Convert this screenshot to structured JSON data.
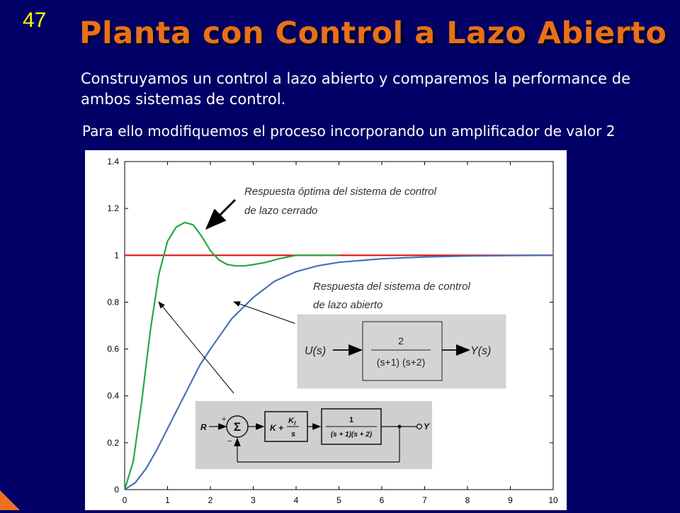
{
  "slide": {
    "number": "47",
    "title": "Planta con Control a Lazo Abierto",
    "paragraph1": "Construyamos un control a lazo abierto y comparemos la performance de ambos sistemas de control.",
    "paragraph2": "Para ello modifiquemos el proceso incorporando un amplificador de valor 2"
  },
  "annotations": {
    "closed_line1": "Respuesta óptima del sistema de control",
    "closed_line2": "de lazo cerrado",
    "open_line1": "Respuesta del sistema de  control",
    "open_line2": "de lazo abierto"
  },
  "open_loop_diagram": {
    "input": "U(s)",
    "output": "Y(s)",
    "numerator": "2",
    "denominator": "(s+1) (s+2)"
  },
  "closed_loop_diagram": {
    "input": "R",
    "output": "Y",
    "summer": "Σ",
    "plus_sign": "+",
    "minus_sign": "−",
    "controller_K": "K +",
    "controller_KI": "K",
    "controller_KI_sub": "I",
    "controller_s": "s",
    "plant_num": "1",
    "plant_den": "(s + 1)(s + 2)"
  },
  "colors": {
    "background": "#000066",
    "title": "#e8701a",
    "slide_number": "#ffff00",
    "reference": "#dd1111",
    "closed_loop": "#22aa44",
    "open_loop": "#4a70b8"
  },
  "chart_data": {
    "type": "line",
    "xlim": [
      0,
      10
    ],
    "ylim": [
      0,
      1.4
    ],
    "x_ticks": [
      "0",
      "1",
      "2",
      "3",
      "4",
      "5",
      "6",
      "7",
      "8",
      "9",
      "10"
    ],
    "y_ticks": [
      "0",
      "0.2",
      "0.4",
      "0.6",
      "0.8",
      "1",
      "1.2",
      "1.4"
    ],
    "grid": false,
    "series": [
      {
        "color": "#dd1111",
        "x": [
          0,
          10
        ],
        "y": [
          1,
          1
        ]
      },
      {
        "color": "#22aa44",
        "x": [
          0,
          0.2,
          0.4,
          0.6,
          0.8,
          1.0,
          1.2,
          1.4,
          1.6,
          1.8,
          2.0,
          2.2,
          2.4,
          2.6,
          2.8,
          3.0,
          3.3,
          3.6,
          4.0,
          4.5,
          5.0
        ],
        "y": [
          0,
          0.12,
          0.38,
          0.68,
          0.92,
          1.06,
          1.12,
          1.14,
          1.13,
          1.08,
          1.02,
          0.98,
          0.96,
          0.955,
          0.955,
          0.96,
          0.97,
          0.985,
          1.0,
          1.0,
          1.0
        ]
      },
      {
        "color": "#4a70b8",
        "x": [
          0,
          0.25,
          0.5,
          0.75,
          1.0,
          1.25,
          1.5,
          1.75,
          2.0,
          2.5,
          3.0,
          3.5,
          4.0,
          4.5,
          5.0,
          6.0,
          7.0,
          8.0,
          9.0,
          10.0
        ],
        "y": [
          0,
          0.03,
          0.09,
          0.17,
          0.26,
          0.35,
          0.44,
          0.53,
          0.6,
          0.73,
          0.82,
          0.89,
          0.93,
          0.955,
          0.97,
          0.985,
          0.993,
          0.997,
          0.999,
          1.0
        ]
      }
    ]
  }
}
